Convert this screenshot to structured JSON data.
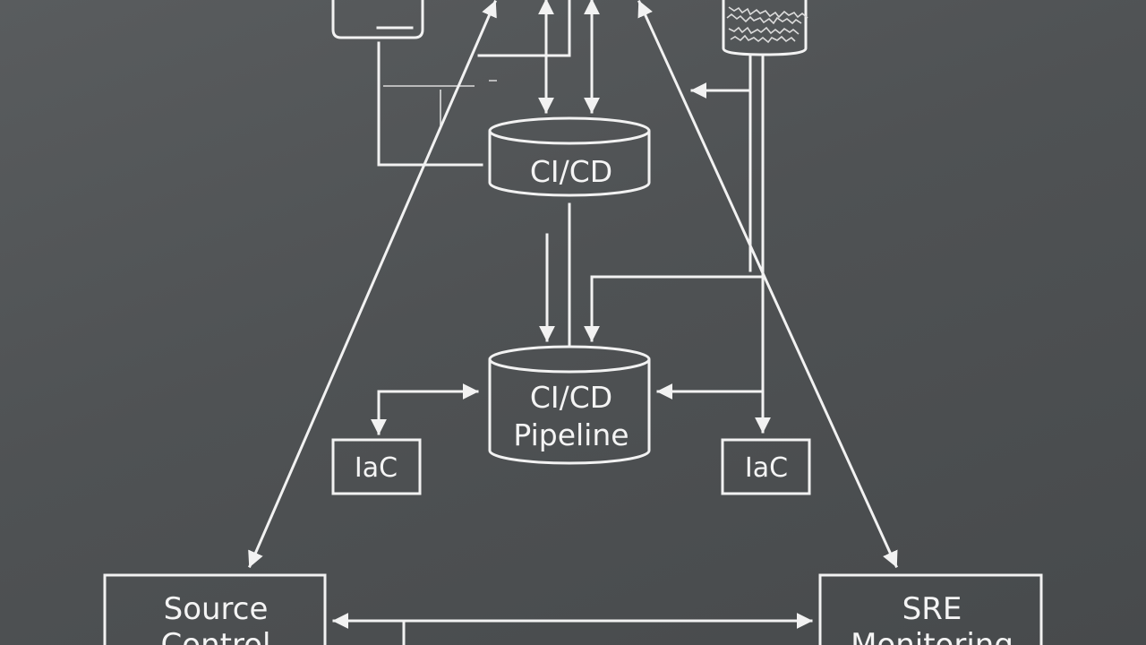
{
  "diagram": {
    "nodes": {
      "cicd_top": {
        "label": "CI/CD"
      },
      "cicd_pipeline": {
        "lines": [
          "CI/CD",
          "Pipeline"
        ]
      },
      "iac_left": {
        "label": "IaC"
      },
      "iac_right": {
        "label": "IaC"
      },
      "source_control": {
        "lines": [
          "Source",
          "Control"
        ]
      },
      "sre_monitoring": {
        "lines": [
          "SRE",
          "Monitoring"
        ]
      }
    },
    "icons": {
      "top_left": "document-icon",
      "top_right": "database-icon"
    },
    "colors": {
      "background": "#4e5153",
      "stroke": "#f2f2f2"
    }
  }
}
